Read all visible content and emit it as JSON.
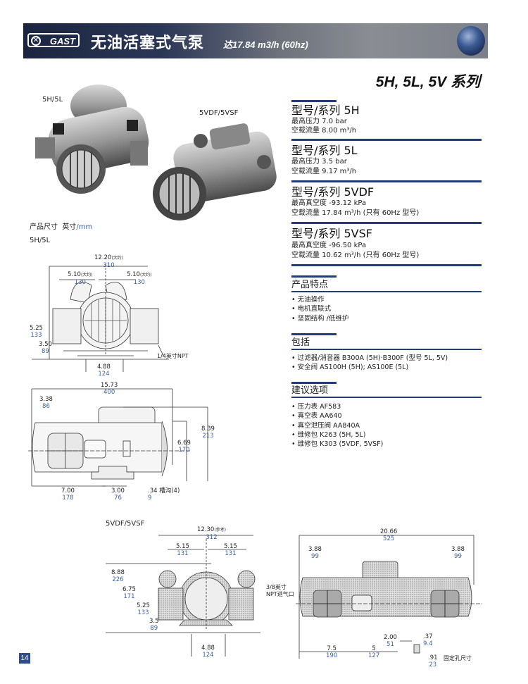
{
  "header": {
    "logo_text": "GAST",
    "title": "无油活塞式气泵",
    "subtitle": "达17.84 m3/h (60hz)",
    "series_title": "5H, 5L, 5V 系列",
    "brand_color": "#1f3d7a"
  },
  "models": [
    {
      "title": "型号/系列 5H",
      "line1": "最高压力 7.0 bar",
      "line2": "空载流量 8.00 m³/h"
    },
    {
      "title": "型号/系列 5L",
      "line1": "最高压力 3.5 bar",
      "line2": "空载流量 9.17 m³/h"
    },
    {
      "title": "型号/系列 5VDF",
      "line1": "最高真空度 -93.12 kPa",
      "line2": "空载流量 17.84 m³/h (只有 60Hz 型号)"
    },
    {
      "title": "型号/系列 5VSF",
      "line1": "最高真空度 -96.50 kPa",
      "line2": "空载流量 10.62 m³/h (只有 60Hz 型号)"
    }
  ],
  "features": {
    "title": "产品特点",
    "items": [
      "无油操作",
      "电机直联式",
      "坚固结构 /低维护"
    ]
  },
  "includes": {
    "title": "包括",
    "items": [
      "过滤器/消音器 B300A (5H)·B300F (型号 5L, 5V)",
      "安全阀 AS100H (5H); AS100E (5L)"
    ]
  },
  "options": {
    "title": "建议选项",
    "items": [
      "压力表 AF583",
      "真空表 AA640",
      "真空泄压阀 AA840A",
      "维修包 K263 (5H, 5L)",
      "维修包 K303 (5VDF, 5VSF)"
    ]
  },
  "photos": {
    "label_5h": "5H/5L",
    "label_5v": "5VDF/5VSF"
  },
  "dimensions": {
    "title": "产品尺寸",
    "units_a": "英寸",
    "units_b": "/mm",
    "label_5h": "5H/5L",
    "label_5v": "5VDF/5VSF",
    "approx": "(大约)",
    "ref": "(参考)",
    "d5h_front": {
      "w_in": "12.20",
      "w_mm": "310",
      "l_in": "5.10",
      "l_mm": "130",
      "r_in": "5.10",
      "r_mm": "130",
      "h1_in": "5.25",
      "h1_mm": "133",
      "h2_in": "3.50",
      "h2_mm": "89",
      "npt": "1/4英寸NPT",
      "b_in": "4.88",
      "b_mm": "124"
    },
    "d5h_side": {
      "w_in": "15.73",
      "w_mm": "400",
      "a_in": "3.38",
      "a_mm": "86",
      "h1_in": "6.69",
      "h1_mm": "170",
      "h2_in": "8.39",
      "h2_mm": "213",
      "b1_in": "7.00",
      "b1_mm": "178",
      "b2_in": "3.00",
      "b2_mm": "76",
      "slot_in": ".34",
      "slot_label": "槽沟(4)",
      "slot_mm": "9"
    },
    "d5v_front": {
      "w_in": "12.30",
      "w_mm": "312",
      "l_in": "5.15",
      "l_mm": "131",
      "r_in": "5.15",
      "r_mm": "131",
      "h1_in": "8.88",
      "h1_mm": "226",
      "h2_in": "6.75",
      "h2_mm": "171",
      "h3_in": "5.25",
      "h3_mm": "133",
      "h4_in": "3.5",
      "h4_mm": "89",
      "npt1": "3/8英寸",
      "npt2": "NPT进气口",
      "b_in": "4.88",
      "b_mm": "124"
    },
    "d5v_side": {
      "w_in": "20.66",
      "w_mm": "525",
      "l_in": "3.88",
      "l_mm": "99",
      "r_in": "3.88",
      "r_mm": "99",
      "a_in": "2.00",
      "a_mm": "51",
      "s_in": ".37",
      "s_mm": "9.4",
      "b1_in": "7.5",
      "b1_mm": "190",
      "b2_in": "5",
      "b2_mm": "127",
      "hole_in": ".91",
      "hole_mm": "23",
      "hole_label": "固定孔尺寸"
    }
  },
  "page_number": "14"
}
